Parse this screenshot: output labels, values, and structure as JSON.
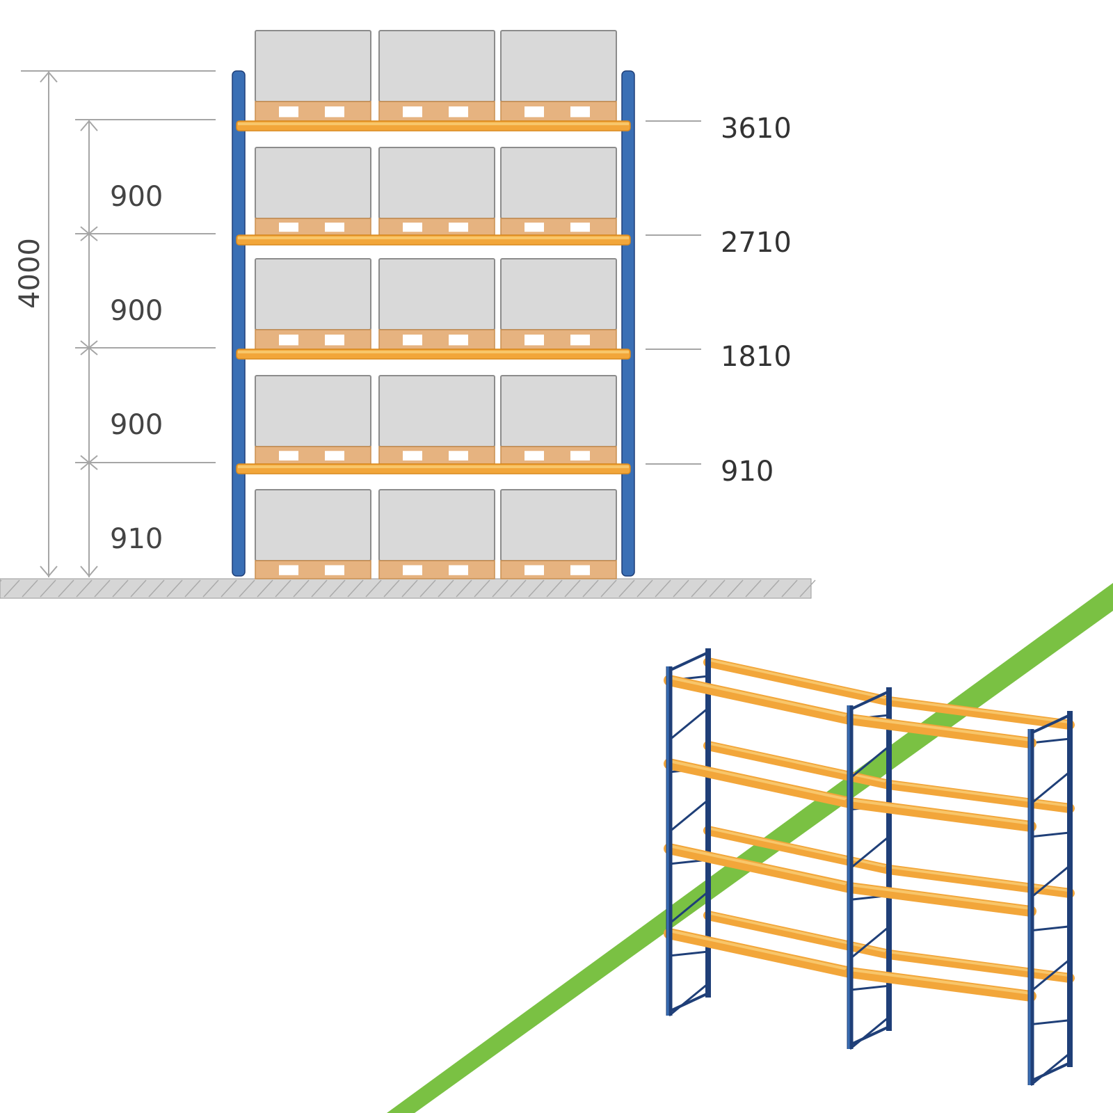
{
  "colors": {
    "upright": "#3a6fb5",
    "upright_dark": "#1f3f78",
    "beam": "#f2a63a",
    "beam_light": "#f8c66a",
    "pallet_wood": "#e6b380",
    "pallet_wood_dark": "#c98f50",
    "box_fill": "#d9d9d9",
    "box_stroke": "#8c8c8c",
    "dim_line": "#a6a6a6",
    "floor_fill": "#d6d6d6",
    "floor_stroke": "#9a9a9a",
    "green_stripe": "#7ac143"
  },
  "elevation": {
    "total_height_label": "4000",
    "spacing_labels": [
      "900",
      "900",
      "900",
      "910"
    ],
    "level_labels": [
      "3610",
      "2710",
      "1810",
      "910"
    ],
    "bays": 3,
    "load_levels": 5
  },
  "isometric": {
    "frames": 3,
    "beam_levels": 4
  }
}
